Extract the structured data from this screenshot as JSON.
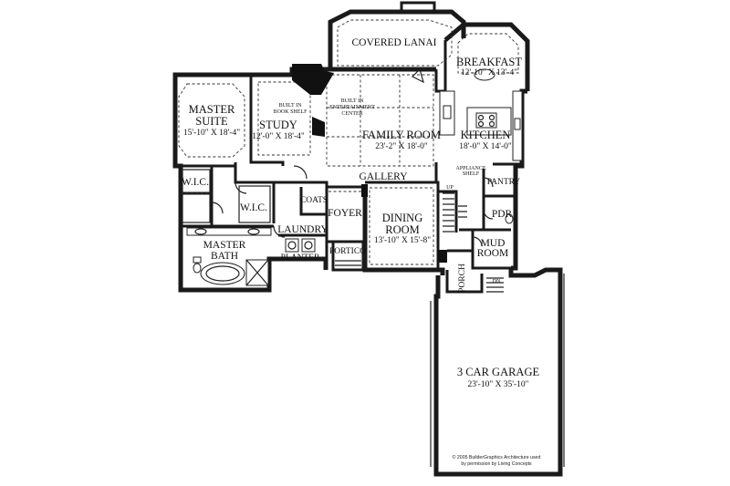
{
  "rooms": {
    "covered_lanai": {
      "name": "COVERED LANAI"
    },
    "breakfast": {
      "name": "BREAKFAST",
      "size": "12'-10\" X 13'-4\""
    },
    "master_suite": {
      "name1": "MASTER",
      "name2": "SUITE",
      "size": "15'-10\" X 18'-4\""
    },
    "study": {
      "name": "STUDY",
      "size": "12'-0\" X 18'-4\""
    },
    "family_room": {
      "name": "FAMILY ROOM",
      "size": "23'-2\" X 18'-0\""
    },
    "kitchen": {
      "name": "KITCHEN",
      "size": "18'-0\" X 14'-0\""
    },
    "gallery": {
      "name": "GALLERY"
    },
    "wic_1": {
      "name": "W.I.C."
    },
    "wic_2": {
      "name": "W.I.C."
    },
    "coats": {
      "name": "COATS"
    },
    "foyer": {
      "name": "FOYER"
    },
    "dining_room": {
      "name1": "DINING",
      "name2": "ROOM",
      "size": "13'-10\" X 15'-8\""
    },
    "laundry": {
      "name": "LAUNDRY"
    },
    "master_bath": {
      "name1": "MASTER",
      "name2": "BATH"
    },
    "portico": {
      "name": "PORTICO"
    },
    "planter": {
      "name": "PLANTER"
    },
    "pantry": {
      "name": "PANTRY"
    },
    "pdr": {
      "name": "PDR"
    },
    "mud_room": {
      "name1": "MUD",
      "name2": "ROOM"
    },
    "porch": {
      "name": "PORCH"
    },
    "garage": {
      "name": "3 CAR GARAGE",
      "size": "23'-10\" X 35'-10\""
    }
  },
  "annotations": {
    "built_in_book_shelf": [
      "BUILT IN",
      "BOOK SHELF"
    ],
    "built_in_entertainment": [
      "BUILT IN",
      "ENTERTAINMENT",
      "CENTER"
    ],
    "appliance_shelf": [
      "APPLIANCE",
      "SHELF"
    ],
    "up": "UP",
    "dn": "DN"
  },
  "copyright": {
    "line1": "© 2005 BuilderGraphics Architecture used",
    "line2": "by permission by Living Concepts"
  }
}
